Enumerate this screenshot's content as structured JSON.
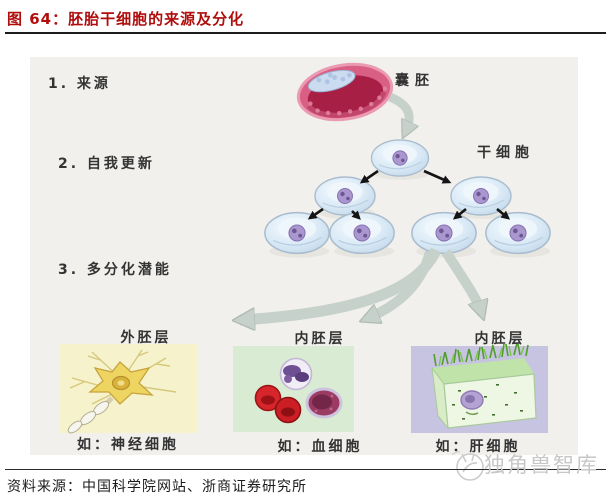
{
  "figure": {
    "title": "图 64：胚胎干细胞的来源及分化",
    "source_label": "资料来源：中国科学院网站、浙商证券研究所",
    "watermark_text": "独角兽智库"
  },
  "diagram": {
    "steps": [
      {
        "label": "1. 来源"
      },
      {
        "label": "2. 自我更新"
      },
      {
        "label": "3. 多分化潜能"
      }
    ],
    "blastocyst_label": "囊胚",
    "stem_cell_label": "干细胞",
    "germ_layers": [
      {
        "name": "外胚层",
        "example": "如：神经细胞",
        "illustration": "neuron",
        "panel_color": "#f6f2cc"
      },
      {
        "name": "内胚层",
        "example": "如：血细胞",
        "illustration": "blood-cells",
        "panel_color": "#d9ecd3"
      },
      {
        "name": "内胚层",
        "example": "如：肝细胞",
        "illustration": "liver-cell",
        "panel_color": "#c7c4e2"
      }
    ]
  },
  "icons": {
    "watermark_logo": "unicorn-circle-sketch"
  },
  "colors": {
    "title_red": "#b00d0d",
    "diagram_background": "#f1f0ed",
    "big_arrow_gray": "#c7d1cb",
    "small_arrow_black": "#141414",
    "cell_fill": "#d9e9f6",
    "cell_nucleus": "#a793cd",
    "blastocyst_pink": "#d95f85",
    "rule_dark": "#1c1c1c",
    "watermark_gray": "#c7c7c7"
  }
}
